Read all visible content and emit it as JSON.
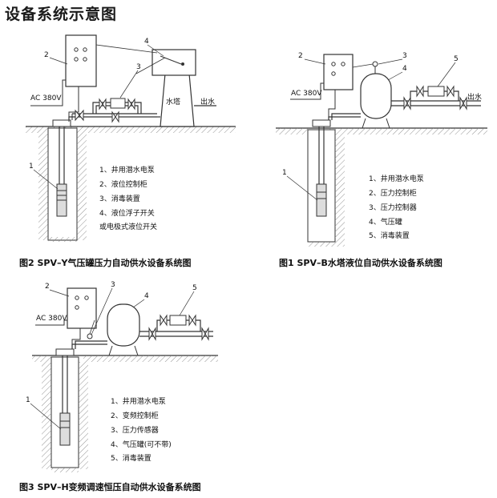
{
  "title": "设备系统示意图",
  "diagrams": {
    "d2": {
      "caption": "图2  SPV–Y气压罐压力自动供水设备系统图",
      "numbers": [
        "1",
        "2",
        "3",
        "4"
      ],
      "power_label": "AC  380V",
      "tower_label": "水塔",
      "outlet_label": "出水",
      "legend": [
        "1、井用潜水电泵",
        "2、液位控制柜",
        "3、消毒装置",
        "4、液位浮子开关",
        "或电极式液位开关"
      ]
    },
    "d1": {
      "caption": "图1  SPV–B水塔液位自动供水设备系统图",
      "numbers": [
        "1",
        "2",
        "3",
        "4",
        "5"
      ],
      "power_label": "AC  380V",
      "outlet_label": "出水",
      "legend": [
        "1、井用潜水电泵",
        "2、压力控制柜",
        "3、压力控制器",
        "4、气压罐",
        "5、消毒装置"
      ]
    },
    "d3": {
      "caption": "图3  SPV–H变频调速恒压自动供水设备系统图",
      "numbers": [
        "1",
        "2",
        "3",
        "4",
        "5"
      ],
      "power_label": "AC  380V",
      "legend": [
        "1、井用潜水电泵",
        "2、变频控制柜",
        "3、压力传感器",
        "4、气压罐(可不带)",
        "5、消毒装置"
      ]
    }
  }
}
